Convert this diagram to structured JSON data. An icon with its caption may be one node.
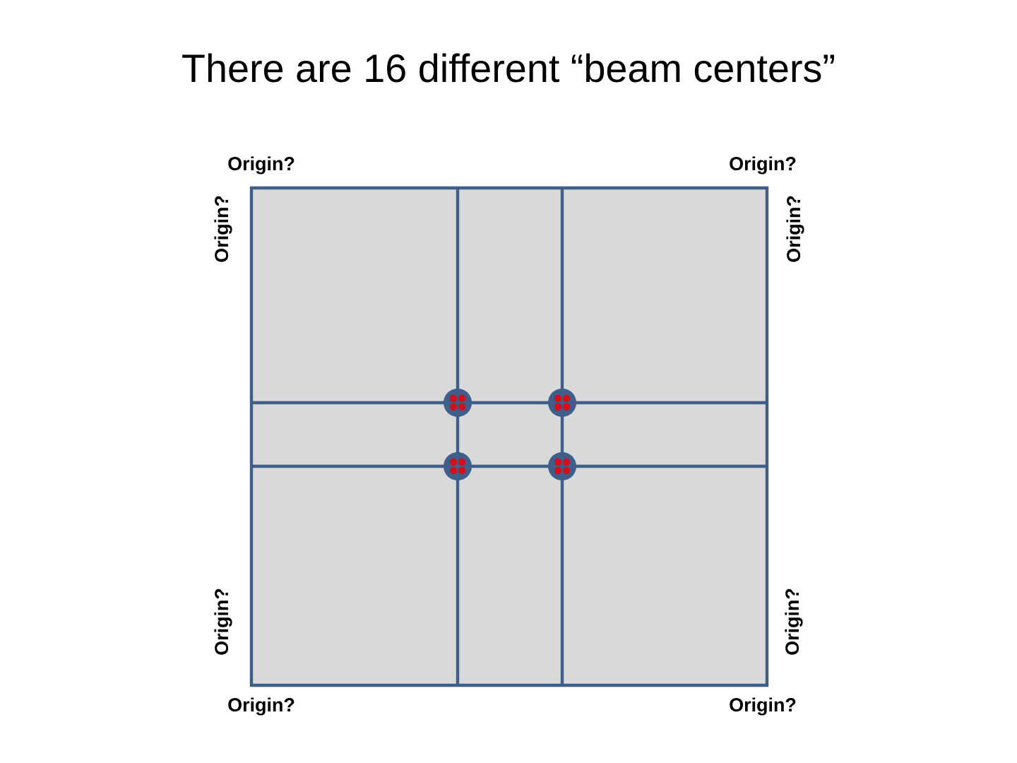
{
  "diagram": {
    "title": "There are 16 different “beam centers”",
    "labels": [
      "Origin?",
      "Origin?",
      "Origin?",
      "Origin?",
      "Origin?",
      "Origin?",
      "Origin?",
      "Origin?"
    ]
  }
}
